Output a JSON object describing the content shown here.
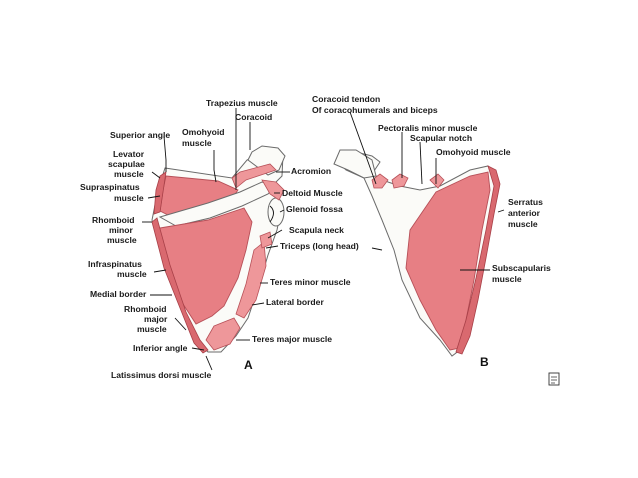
{
  "figure": {
    "panels": {
      "a": "A",
      "b": "B"
    },
    "labels_a": {
      "trapezius": "Trapezius muscle",
      "coracoid": "Coracoid",
      "superior_angle": "Superior angle",
      "omohyoid_1": "Omohyoid",
      "omohyoid_2": "muscle",
      "levator_1": "Levator",
      "levator_2": "scapulae",
      "levator_3": "muscle",
      "supraspinatus_1": "Supraspinatus",
      "supraspinatus_2": "muscle",
      "rhomboid_minor_1": "Rhomboid",
      "rhomboid_minor_2": "minor",
      "rhomboid_minor_3": "muscle",
      "infraspinatus_1": "Infraspinatus",
      "infraspinatus_2": "muscle",
      "medial_border": "Medial border",
      "rhomboid_major_1": "Rhomboid",
      "rhomboid_major_2": "major",
      "rhomboid_major_3": "muscle",
      "inferior_angle": "Inferior angle",
      "latissimus": "Latissimus dorsi muscle",
      "acromion": "Acromion",
      "deltoid": "Deltoid Muscle",
      "glenoid": "Glenoid fossa",
      "scapula_neck": "Scapula neck",
      "triceps": "Triceps (long head)",
      "teres_minor": "Teres minor muscle",
      "lateral_border": "Lateral border",
      "teres_major": "Teres major muscle"
    },
    "labels_b": {
      "coracoid_tendon_1": "Coracoid tendon",
      "coracoid_tendon_2": "Of coracohumerals and biceps",
      "pectoralis_minor": "Pectoralis minor muscle",
      "scapular_notch": "Scapular notch",
      "omohyoid": "Omohyoid muscle",
      "serratus_1": "Serratus",
      "serratus_2": "anterior",
      "serratus_3": "muscle",
      "subscapularis_1": "Subscapularis",
      "subscapularis_2": "muscle"
    },
    "colors": {
      "muscle": "#e77f84",
      "muscle_outline": "#b75058",
      "bone": "#fbfbf8",
      "bone_outline": "#6b6b6b",
      "text": "#1a1a1a"
    },
    "icon": "page-corner-icon"
  }
}
